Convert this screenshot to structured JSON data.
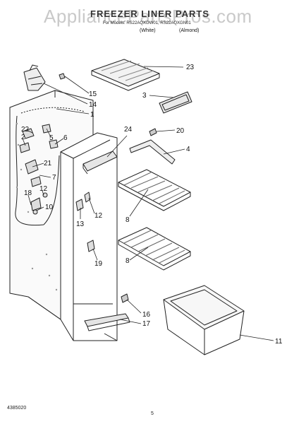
{
  "header": {
    "watermark": "AppliancePartsPros.com",
    "title": "FREEZER LINER PARTS",
    "subtitle": "For Models: RS22AQXGW01, RS22AQXGN01",
    "variants": [
      "(White)",
      "(Almond)"
    ]
  },
  "callouts": [
    "23",
    "3",
    "15",
    "14",
    "1",
    "22",
    "2",
    "5",
    "6",
    "7",
    "21",
    "18",
    "12",
    "10",
    "24",
    "20",
    "4",
    "13",
    "12",
    "8",
    "19",
    "8",
    "16",
    "17",
    "11"
  ],
  "footer": {
    "doc_number": "4385020",
    "page": "5"
  }
}
